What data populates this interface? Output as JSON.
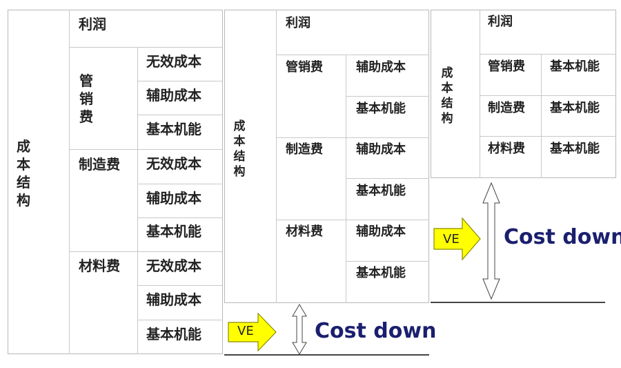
{
  "diagram1": {
    "cost_structure": "成本结构",
    "profit": "利润",
    "groups": [
      {
        "name": "管销费",
        "items": [
          "无效成本",
          "辅助成本",
          "基本机能"
        ]
      },
      {
        "name": "制造费",
        "items": [
          "无效成本",
          "辅助成本",
          "基本机能"
        ]
      },
      {
        "name": "材料费",
        "items": [
          "无效成本",
          "辅助成本",
          "基本机能"
        ]
      }
    ]
  },
  "diagram2": {
    "cost_structure": "成本结构",
    "profit": "利润",
    "groups": [
      {
        "name": "管销费",
        "items": [
          "辅助成本",
          "基本机能"
        ]
      },
      {
        "name": "制造费",
        "items": [
          "辅助成本",
          "基本机能"
        ]
      },
      {
        "name": "材料费",
        "items": [
          "辅助成本",
          "基本机能"
        ]
      }
    ],
    "ve_label": "VE",
    "cost_down": "Cost down"
  },
  "diagram3": {
    "cost_structure": "成本结构",
    "profit": "利润",
    "groups": [
      {
        "name": "管销费",
        "items": [
          "基本机能"
        ]
      },
      {
        "name": "制造费",
        "items": [
          "基本机能"
        ]
      },
      {
        "name": "材料费",
        "items": [
          "基本机能"
        ]
      }
    ],
    "ve_label": "VE",
    "cost_down": "Cost down"
  },
  "colors": {
    "arrow_fill": "#ffff00",
    "arrow_stroke": "#8a8a00",
    "cost_down_text": "#1b1f6e"
  }
}
